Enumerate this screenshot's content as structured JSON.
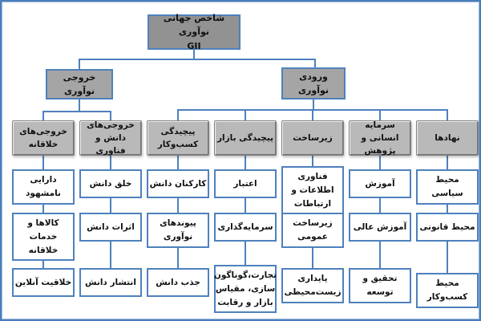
{
  "diagram_title": "شاخص جهانی نوآوری GII",
  "colors": {
    "frame_border": "#4a7ebb",
    "connector_line": "#4e81bd",
    "leaf_border": "#4e81bd",
    "root_fill": "#929292",
    "branch_fill": "#a5a5a5",
    "pillar_fill": "#b9b9b9",
    "leaf_fill": "#ffffff",
    "text": "#101010"
  },
  "root": {
    "title": "شاخص جهانی نوآوری",
    "subtitle": "GII"
  },
  "branches": {
    "left": {
      "label": "خروجی نوآوری"
    },
    "right": {
      "label": "ورودی نوآوری"
    }
  },
  "columns": [
    {
      "pillar": "خروجی‌های خلاقانه",
      "leaves": [
        "دارایی نامشهود",
        "کالاها و خدمات خلاقانه",
        "خلاقیت آنلاین"
      ]
    },
    {
      "pillar": "خروجی‌های دانش و فناوری",
      "leaves": [
        "خلق دانش",
        "اثرات دانش",
        "انتشار دانش"
      ]
    },
    {
      "pillar": "پیچیدگی کسب‌وکار",
      "leaves": [
        "کارکنان دانش",
        "پیوندهای نوآوری",
        "جذب دانش"
      ]
    },
    {
      "pillar": "پیچیدگی بازار",
      "leaves": [
        "اعتبار",
        "سرمایه‌گذاری",
        "تجارت،گوناگون سازی، مقیاس بازار و رقابت"
      ]
    },
    {
      "pillar": "زیرساخت",
      "leaves": [
        "فناوری اطلاعات و ارتباطات",
        "زیرساخت عمومی",
        "پایداری زیست‌محیطی"
      ]
    },
    {
      "pillar": "سرمایه انسانی و پژوهش",
      "leaves": [
        "آموزش",
        "آموزش عالی",
        "تحقیق و توسعه"
      ]
    },
    {
      "pillar": "نهادها",
      "leaves": [
        "محیط سیاسی",
        "محیط قانونی",
        "محیط کسب‌وکار"
      ]
    }
  ]
}
